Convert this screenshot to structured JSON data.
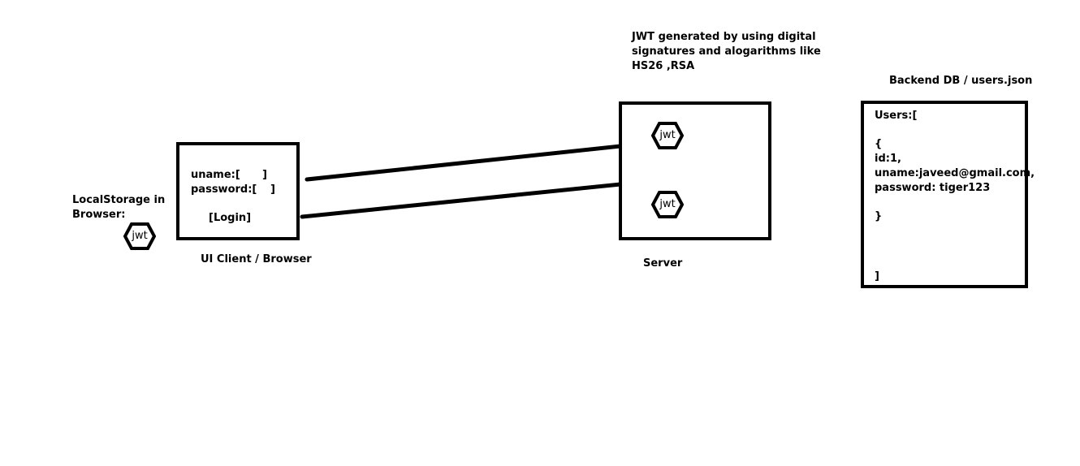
{
  "localstorage": {
    "line1": "LocalStorage in",
    "line2": "Browser:"
  },
  "token_label": "jwt",
  "client": {
    "uname_label": "uname:[",
    "uname_close": "]",
    "password_label": "password:[",
    "password_close": "]",
    "login_label": "[Login]",
    "caption": "UI Client / Browser"
  },
  "server": {
    "caption": "Server",
    "note_line1": "JWT generated by using digital",
    "note_line2": "signatures and alogarithms like",
    "note_line3": "HS26 ,RSA"
  },
  "db": {
    "title": "Backend DB / users.json",
    "line1": "Users:[",
    "line2": "{",
    "line3": "id:1,",
    "line4": "uname:javeed@gmail.com,",
    "line5": "password: tiger123",
    "line6": "}",
    "line7": "]"
  }
}
